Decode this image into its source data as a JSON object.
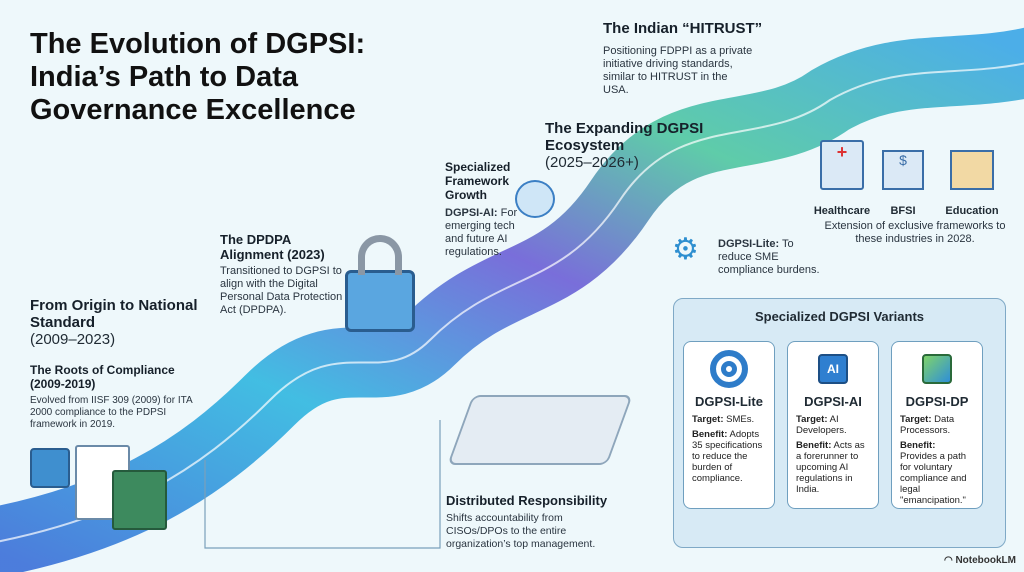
{
  "title": "The Evolution of DGPSI: India’s Path to Data Governance Excellence",
  "hitrust": {
    "heading": "The Indian “HITRUST”",
    "text": "Positioning FDPPI as a private initiative driving standards, similar to HITRUST in the USA."
  },
  "ecosystem": {
    "heading": "The Expanding DGPSI Ecosystem",
    "years": "(2025–2026+)"
  },
  "framework_growth": {
    "heading": "Specialized Framework Growth",
    "label": "DGPSI-AI:",
    "text": "For emerging tech and future AI regulations."
  },
  "lite_note": {
    "label": "DGPSI-Lite:",
    "text": "To reduce SME compliance burdens."
  },
  "industries": {
    "items": [
      "Healthcare",
      "BFSI",
      "Education"
    ],
    "text": "Extension of exclusive frameworks to these industries in 2028."
  },
  "dpdpa": {
    "heading": "The DPDPA Alignment (2023)",
    "text": "Transitioned to DGPSI to align with the Digital Personal Data Protection Act (DPDPA)."
  },
  "origin": {
    "heading": "From Origin to National Standard",
    "years": "(2009–2023)"
  },
  "roots": {
    "heading": "The Roots of Compliance (2009-2019)",
    "text": "Evolved from IISF 309 (2009) for ITA 2000 compliance to the PDPSI framework in 2019."
  },
  "distributed": {
    "heading": "Distributed Responsibility",
    "text": "Shifts accountability from CISOs/DPOs to the entire organization’s top management."
  },
  "variants": {
    "title": "Specialized DGPSI Variants",
    "cards": [
      {
        "name": "DGPSI-Lite",
        "target_label": "Target:",
        "target": "SMEs.",
        "benefit_label": "Benefit:",
        "benefit": "Adopts 35 specifications to reduce the burden of compliance."
      },
      {
        "name": "DGPSI-AI",
        "target_label": "Target:",
        "target": "AI Developers.",
        "benefit_label": "Benefit:",
        "benefit": "Acts as a forerunner to upcoming AI regulations in India.",
        "icon_text": "AI"
      },
      {
        "name": "DGPSI-DP",
        "target_label": "Target:",
        "target": "Data Processors.",
        "benefit_label": "Benefit:",
        "benefit": "Provides a path for voluntary compliance and legal \"emancipation.\""
      }
    ]
  },
  "brand": "NotebookLM"
}
